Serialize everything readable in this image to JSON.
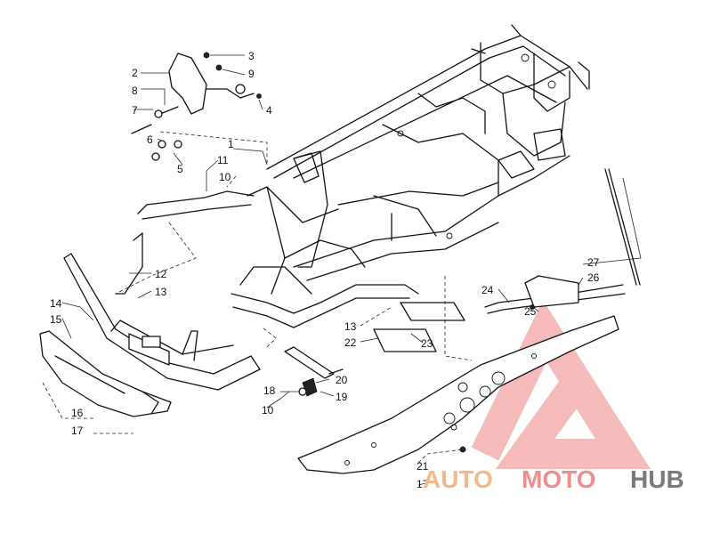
{
  "callouts": [
    "1",
    "2",
    "3",
    "4",
    "5",
    "6",
    "7",
    "8",
    "9",
    "10",
    "10",
    "11",
    "12",
    "13",
    "13",
    "14",
    "15",
    "16",
    "17",
    "17",
    "18",
    "19",
    "20",
    "21",
    "22",
    "23",
    "24",
    "25",
    "26",
    "27"
  ],
  "watermark": {
    "brand_part1": "AUTO",
    "brand_part2": "MOTO",
    "brand_part3": "HUB",
    "colors": {
      "auto": "#f4b98a",
      "moto": "#ee8f8f",
      "hub": "#7a7a7a",
      "triangle": "#f2a3a3"
    }
  }
}
